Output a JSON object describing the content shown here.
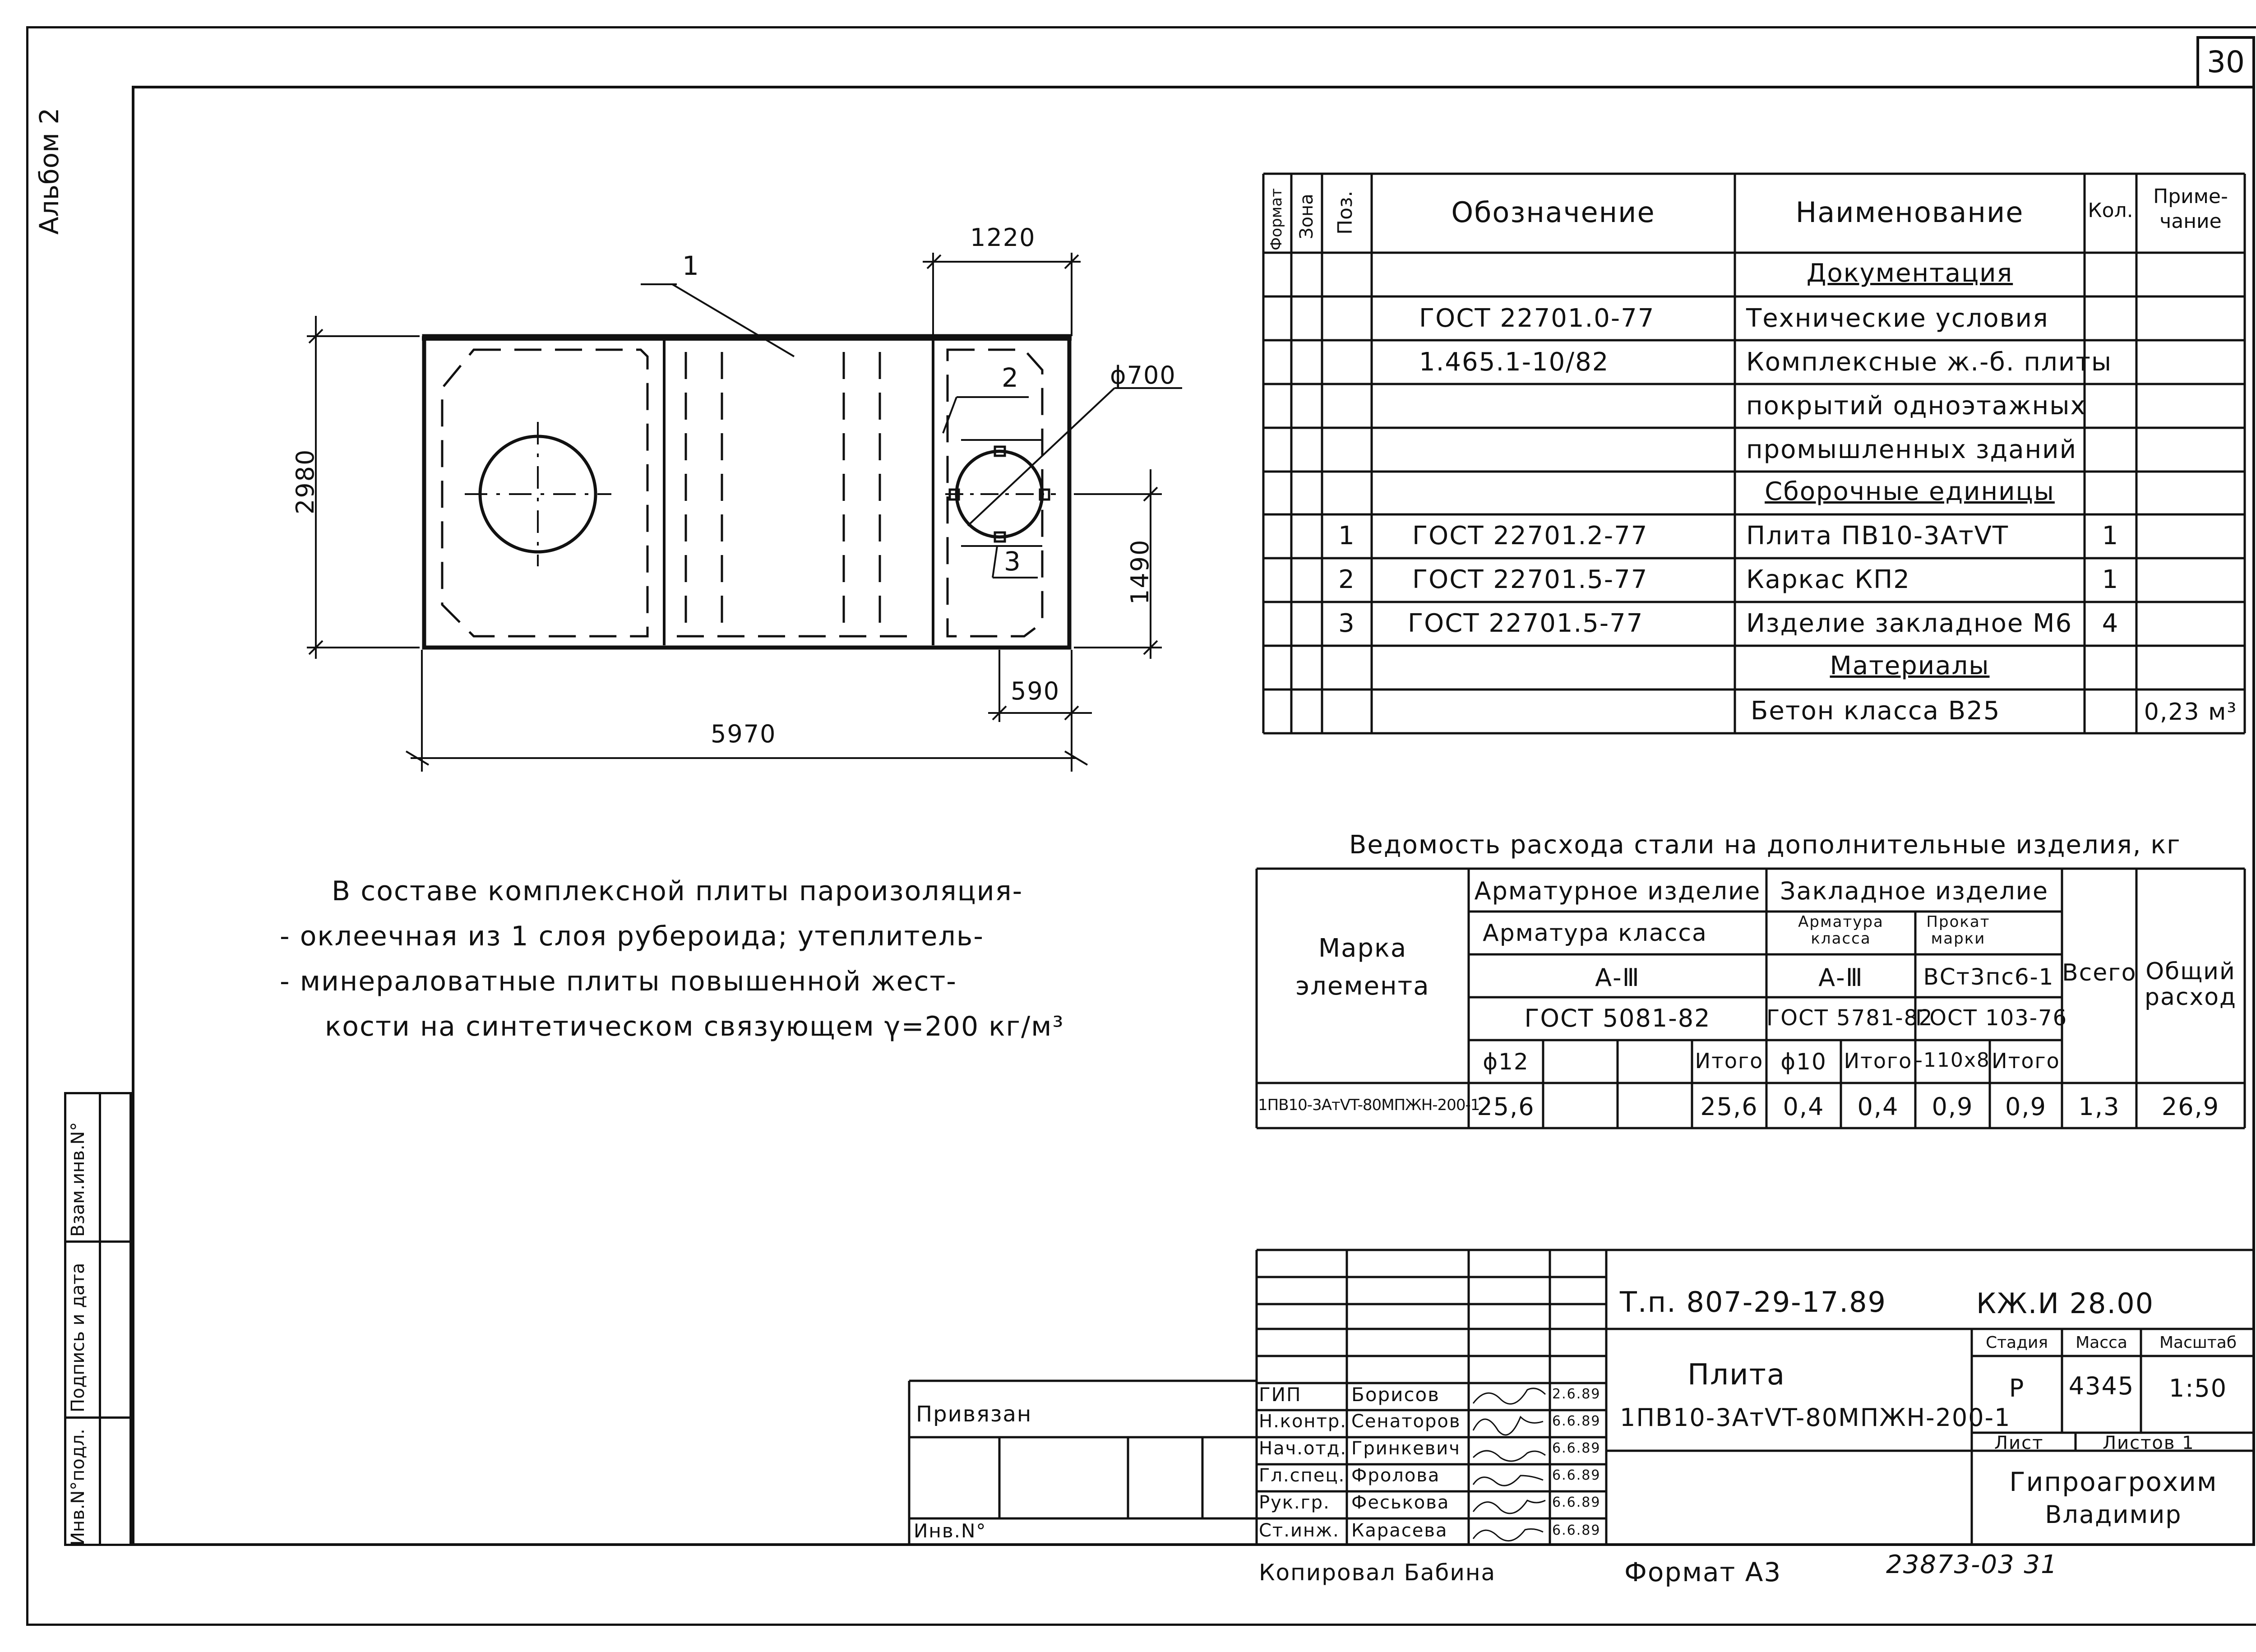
{
  "sheet": {
    "page_number": "30",
    "album_label": "Альбом 2",
    "side_stamp": [
      "Инв.N°подл.",
      "Подпись и дата",
      "Взам.инв.N°"
    ]
  },
  "drawing": {
    "item_1": "1",
    "item_2": "2",
    "item_3": "3",
    "dim_total_length": "5970",
    "dim_width": "2980",
    "dim_top_right": "1220",
    "dim_diameter": "ϕ700",
    "dim_right_height": "1490",
    "dim_bottom_right": "590"
  },
  "note": {
    "lines": [
      "В составе комплексной плиты пароизоляция-",
      "- оклеечная из 1 слоя рубероида; утеплитель-",
      "- минераловатные плиты повышенной жест-",
      "кости на синтетическом связующем  γ=200 кг/м³"
    ]
  },
  "spec_table": {
    "headers": {
      "format": "Формат",
      "zone": "Зона",
      "pos": "Поз.",
      "designation": "Обозначение",
      "name": "Наименование",
      "qty": "Кол.",
      "note": "Приме-чание"
    },
    "rows": [
      {
        "pos": "",
        "designation": "",
        "name": "Документация",
        "qty": "",
        "note": "",
        "section": true
      },
      {
        "pos": "",
        "designation": "ГОСТ 22701.0-77",
        "name": "Технические условия",
        "qty": "",
        "note": ""
      },
      {
        "pos": "",
        "designation": "1.465.1-10/82",
        "name": "Комплексные ж.-б. плиты",
        "qty": "",
        "note": ""
      },
      {
        "pos": "",
        "designation": "",
        "name": "покрытий одноэтажных",
        "qty": "",
        "note": ""
      },
      {
        "pos": "",
        "designation": "",
        "name": "промышленных зданий",
        "qty": "",
        "note": ""
      },
      {
        "pos": "",
        "designation": "",
        "name": "Сборочные единицы",
        "qty": "",
        "note": "",
        "section": true
      },
      {
        "pos": "1",
        "designation": "ГОСТ 22701.2-77",
        "name": "Плита ПВ10-3АтVT",
        "qty": "1",
        "note": ""
      },
      {
        "pos": "2",
        "designation": "ГОСТ 22701.5-77",
        "name": "Каркас КП2",
        "qty": "1",
        "note": ""
      },
      {
        "pos": "3",
        "designation": "ГОСТ 22701.5-77",
        "name": "Изделие закладное М6",
        "qty": "4",
        "note": ""
      },
      {
        "pos": "",
        "designation": "",
        "name": "Материалы",
        "qty": "",
        "note": "",
        "section": true
      },
      {
        "pos": "",
        "designation": "",
        "name": "Бетон класса В25",
        "qty": "",
        "note": "0,23 м³"
      }
    ]
  },
  "steel_table": {
    "title": "Ведомость расхода стали на дополнительные изделия, кг",
    "mark_header": "Марка элемента",
    "group_rebar": "Арматурное изделие",
    "group_embed": "Закладное изделие",
    "rebar_class": "Арматура класса",
    "rebar_class_val": "А-Ⅲ",
    "rebar_gost": "ГОСТ 5081-82",
    "embed_rebar_class": "Арматура класса",
    "embed_rebar_val": "А-Ⅲ",
    "embed_rebar_gost": "ГОСТ 5781-82",
    "embed_rolled": "Прокат марки",
    "embed_rolled_val": "ВСт3пс6-1",
    "embed_rolled_gost": "ГОСТ 103-76",
    "total": "Всего",
    "overall": "Общий расход",
    "sub": [
      "ϕ12",
      "",
      "",
      "Итого",
      "ϕ10",
      "Итого",
      "-110x8",
      "Итого"
    ],
    "row": {
      "mark": "1ПВ10-3АтVT-80МПЖН-200-1",
      "cells": [
        "25,6",
        "",
        "",
        "25,6",
        "0,4",
        "0,4",
        "0,9",
        "0,9",
        "1,3",
        "26,9"
      ]
    }
  },
  "title_block": {
    "bound_label": "Привязан",
    "inv_label": "Инв.N°",
    "doc_code": "Т.п. 807-29-17.89",
    "sheet_code": "КЖ.И 28.00",
    "object_name": "Плита",
    "object_mark": "1ПВ10-3АтVT-80МПЖН-200-1",
    "stage_label": "Стадия",
    "mass_label": "Масса",
    "scale_label": "Масштаб",
    "stage": "Р",
    "mass": "4345",
    "scale": "1:50",
    "sheet_label": "Лист",
    "sheets_label": "Листов 1",
    "org": "Гипроагрохим",
    "city": "Владимир",
    "people": [
      {
        "role": "ГИП",
        "name": "Борисов",
        "date": "2.6.89"
      },
      {
        "role": "Н.контр.",
        "name": "Сенаторов",
        "date": "6.6.89"
      },
      {
        "role": "Нач.отд.",
        "name": "Гринкевич",
        "date": "6.6.89"
      },
      {
        "role": "Гл.спец.",
        "name": "Фролова",
        "date": "6.6.89"
      },
      {
        "role": "Рук.гр.",
        "name": "Феськова",
        "date": "6.6.89"
      },
      {
        "role": "Ст.инж.",
        "name": "Карасева",
        "date": "6.6.89"
      }
    ]
  },
  "footer": {
    "copied": "Копировал  Бабина",
    "format": "Формат А3",
    "archive": "23873-03  31"
  }
}
